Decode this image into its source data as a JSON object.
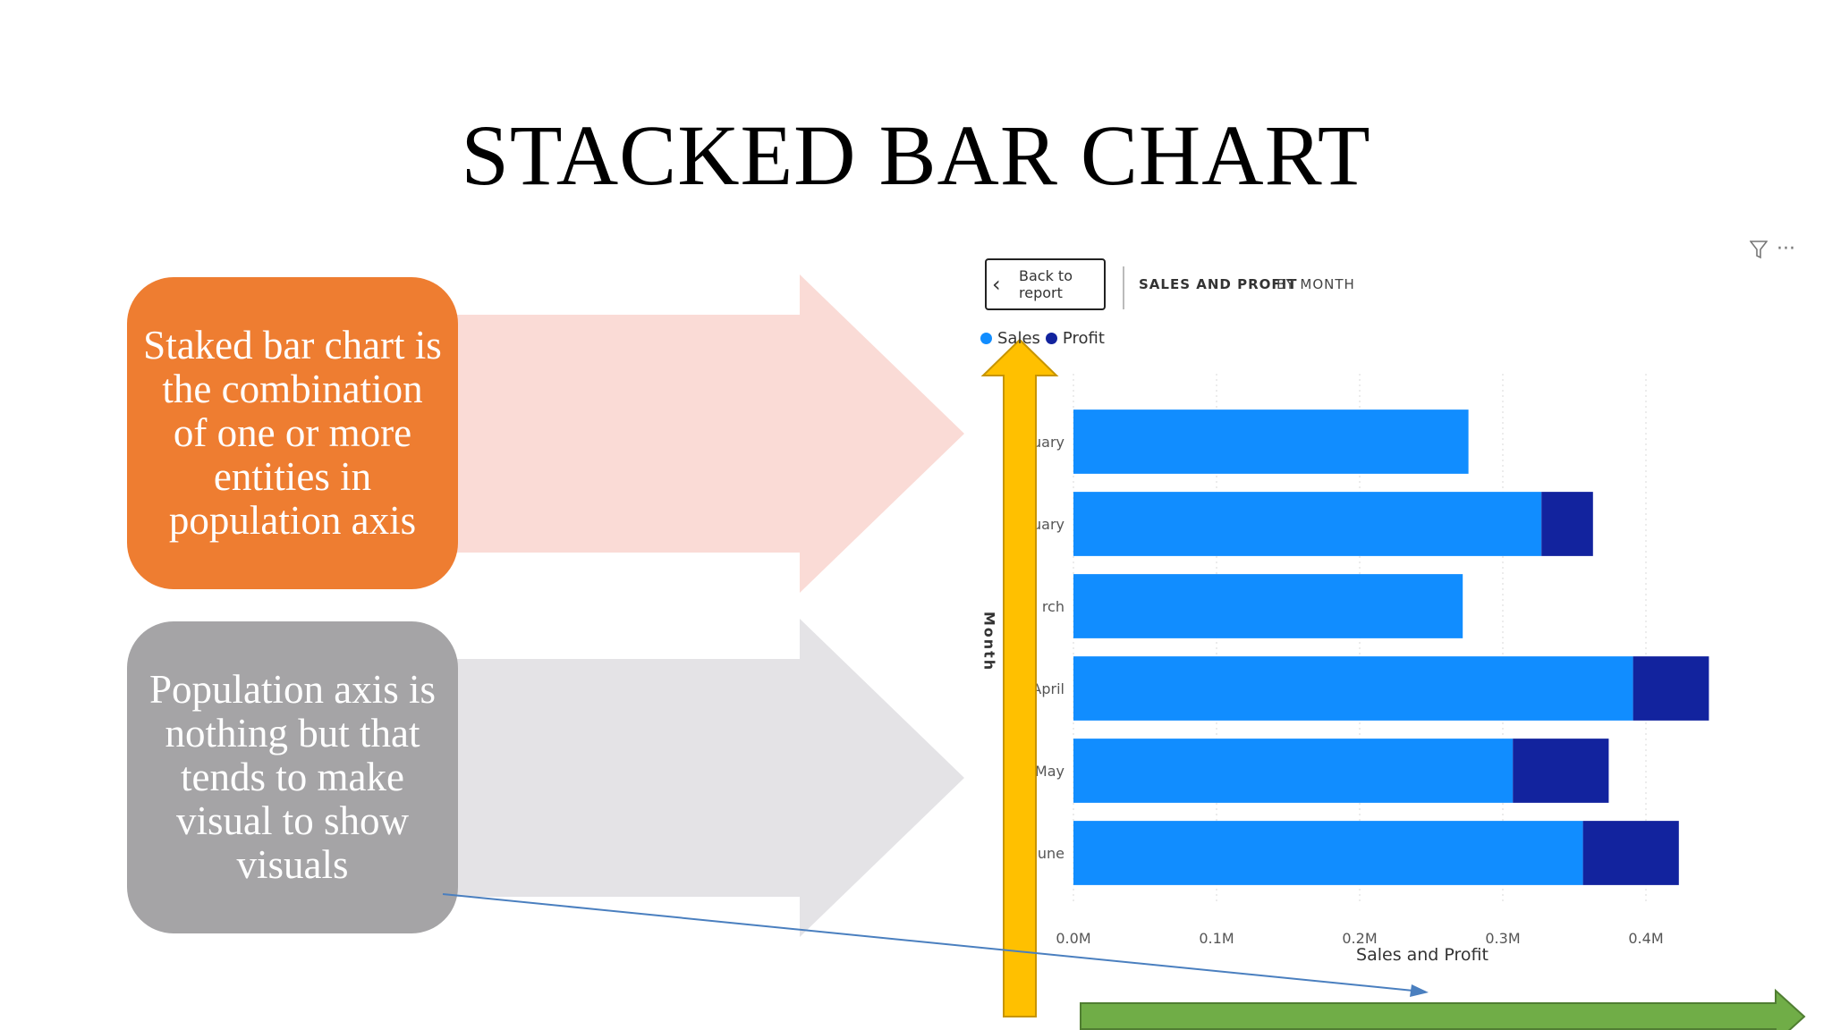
{
  "slide": {
    "title": "STACKED BAR CHART",
    "box_top": "Staked bar chart is the combination of one or more entities in population axis",
    "box_bottom": "Population axis is nothing but that tends to make visual to show visuals"
  },
  "report": {
    "back_label": "Back to report",
    "breadcrumb_title": "SALES AND PROFIT",
    "breadcrumb_sub": "BY MONTH",
    "filter_icon": "filter-icon",
    "more_icon": "more-options-icon"
  },
  "colors": {
    "sales": "#118dff",
    "profit": "#12239e",
    "orange_box": "#ee7d31",
    "gray_box": "#a5a4a6",
    "yellow_arrow": "#ffc000",
    "green_arrow": "#70ad47"
  },
  "chart_data": {
    "type": "bar",
    "orientation": "horizontal",
    "stacked": true,
    "categories": [
      "uary",
      "uary",
      "rch",
      "April",
      "May",
      "une"
    ],
    "series": [
      {
        "name": "Sales",
        "values": [
          0.276,
          0.327,
          0.272,
          0.391,
          0.307,
          0.356
        ]
      },
      {
        "name": "Profit",
        "values": [
          0.0,
          0.036,
          0.0,
          0.053,
          0.067,
          0.067
        ]
      }
    ],
    "xlabel": "Sales and Profit",
    "ylabel": "Month",
    "xlim": [
      0,
      0.45
    ],
    "xticks": [
      "0.0M",
      "0.1M",
      "0.2M",
      "0.3M",
      "0.4M"
    ],
    "legend": [
      "Sales",
      "Profit"
    ],
    "legend_position": "top-left",
    "grid": true
  }
}
